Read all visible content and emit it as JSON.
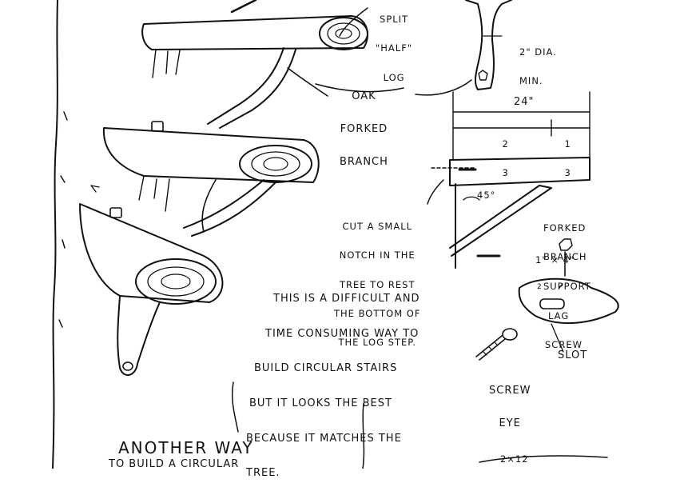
{
  "labels": {
    "split_half_log": [
      "SPLIT",
      "\"HALF\"",
      "LOG"
    ],
    "oak_forked_branch": [
      "OAK",
      "FORKED",
      "BRANCH"
    ],
    "diameter": [
      "2\" DIA.",
      "MIN."
    ],
    "width_total": "24\"",
    "two_thirds": [
      "2",
      "3"
    ],
    "one_third": [
      "1",
      "3"
    ],
    "angle": "45°",
    "forked_branch_support": [
      "FORKED",
      "BRANCH",
      "SUPPORT"
    ],
    "notch_note": [
      "CUT A SMALL",
      "NOTCH IN THE",
      "TREE TO REST",
      "THE BOTTOM OF",
      "THE LOG STEP."
    ],
    "lag_screw": [
      "1\" × 4\"",
      "2",
      "LAG",
      "SCREW"
    ],
    "main_note": [
      "THIS IS A DIFFICULT AND",
      "TIME CONSUMING WAY TO",
      "BUILD CIRCULAR STAIRS",
      "BUT IT LOOKS THE BEST",
      "BECAUSE IT MATCHES THE",
      "TREE."
    ],
    "slot": "SLOT",
    "screw_eye": [
      "SCREW",
      "EYE"
    ],
    "another_way": [
      "ANOTHER WAY",
      "TO BUILD A CIRCULAR"
    ],
    "two_by_twelve": "2×12"
  }
}
